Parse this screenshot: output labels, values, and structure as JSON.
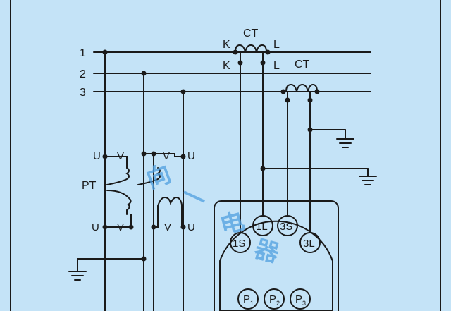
{
  "lines": {
    "l1": "1",
    "l2": "2",
    "l3": "3"
  },
  "ct_top": {
    "label": "CT",
    "k_upper": "K",
    "l_upper": "L",
    "k_lower": "K",
    "l_lower": "L"
  },
  "ct_right": {
    "label": "CT"
  },
  "pt": {
    "label": "PT",
    "top_left_u": "U",
    "top_left_v": "V",
    "top_right_v": "V",
    "top_right_u": "U",
    "bottom_left_u": "U",
    "bottom_left_v": "V",
    "bottom_right_v": "V",
    "bottom_right_u": "U"
  },
  "meter": {
    "t1s": "1S",
    "t1l": "1L",
    "t3s": "3S",
    "t3l": "3L",
    "p_letter": "P",
    "p1": "1",
    "p2": "2",
    "p3": "3"
  },
  "watermark": {
    "c1": "向",
    "c2": "一",
    "c3": "电",
    "c4": "器"
  },
  "colors": {
    "background": "#c4e3f7",
    "line": "#1a1a1a",
    "watermark": "#4f9fe0"
  }
}
